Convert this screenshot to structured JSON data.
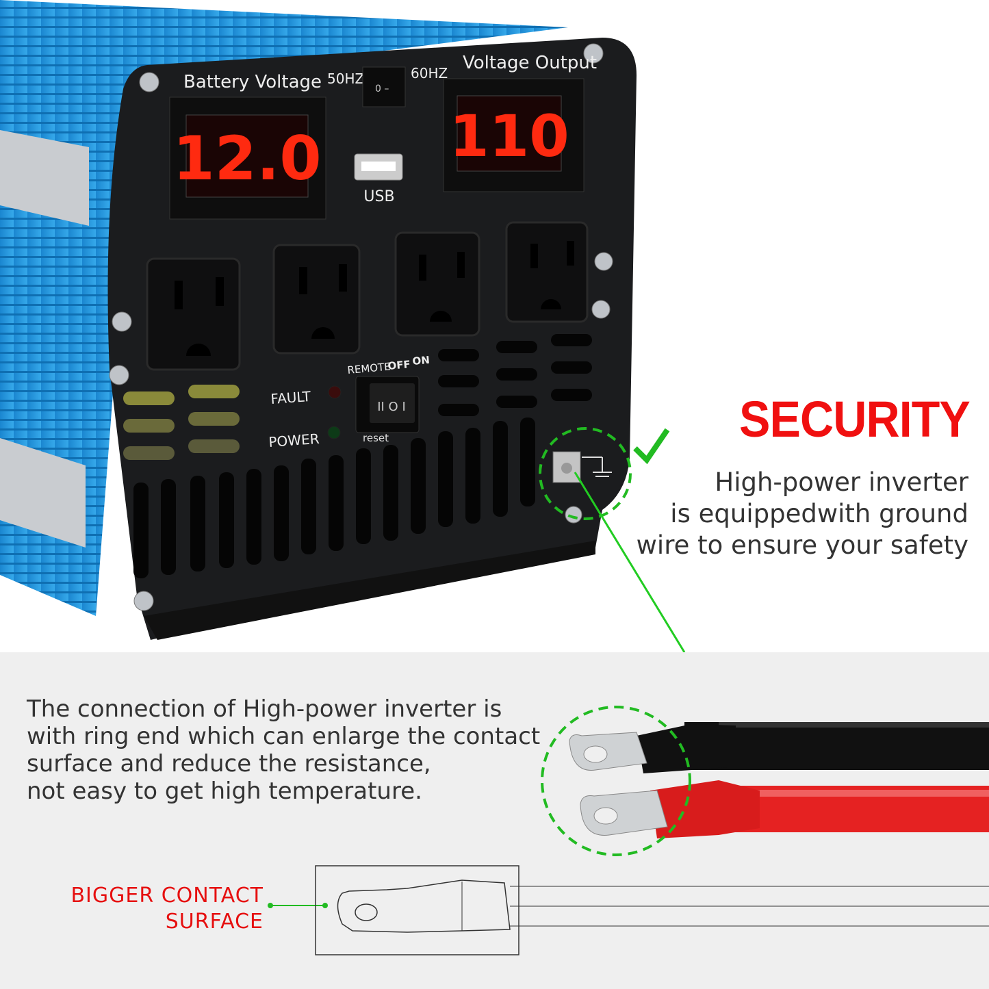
{
  "inverter": {
    "battery_voltage_label": "Battery Voltage",
    "freq_50": "50HZ",
    "freq_60": "60HZ",
    "voltage_output_label": "Voltage Output",
    "battery_display": "12.0",
    "output_display": "110",
    "usb_label": "USB",
    "remote_label": "REMOTE",
    "off_label": "OFF",
    "on_label": "ON",
    "switch_glyph": "II O I",
    "fault_label": "FAULT",
    "power_label": "POWER",
    "reset_label": "reset",
    "switch_small": "0 –"
  },
  "security": {
    "title": "SECURITY",
    "lines": [
      "High-power inverter",
      "is equippedwith ground",
      "wire to ensure your safety"
    ]
  },
  "connection": {
    "lines": [
      "The connection of High-power inverter is",
      "with ring end which can enlarge the contact",
      "surface and reduce the resistance,",
      "not easy to get high temperature."
    ]
  },
  "callout": {
    "lines": [
      "BIGGER CONTACT",
      "SURFACE"
    ]
  },
  "colors": {
    "accent_red": "#f01010",
    "highlight_green": "#22bb22",
    "led_red": "#ff2a10",
    "body_blue": "#1e8fd6"
  }
}
